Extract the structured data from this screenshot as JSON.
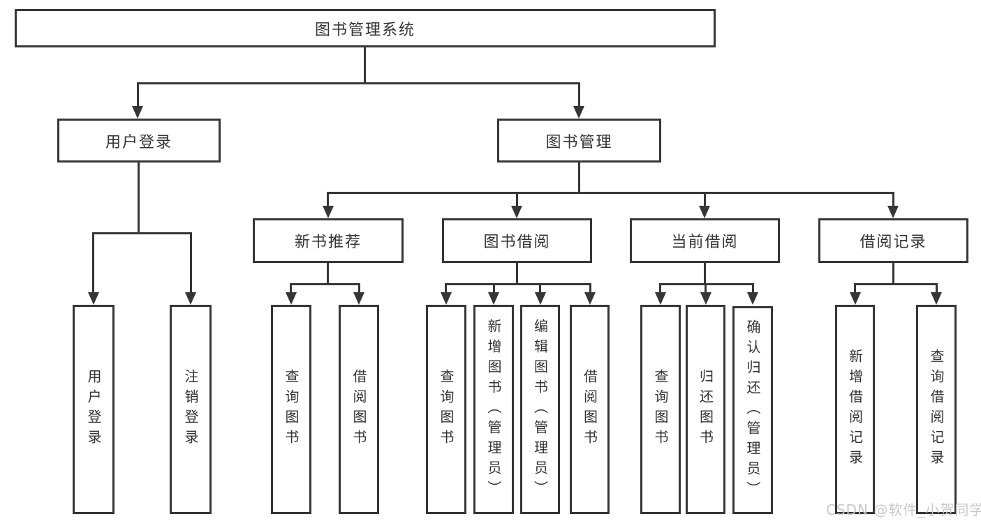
{
  "diagram": {
    "root": "图书管理系统",
    "level2": {
      "user_login": "用户登录",
      "book_mgmt": "图书管理"
    },
    "level3": {
      "new_books": "新书推荐",
      "book_borrow": "图书借阅",
      "current_borrow": "当前借阅",
      "borrow_records": "借阅记录"
    },
    "leaves": {
      "user_login": "用户登录",
      "logout": "注销登录",
      "nb_query": "查询图书",
      "nb_borrow": "借阅图书",
      "bb_query": "查询图书",
      "bb_add": "新增图书（管理员）",
      "bb_edit": "编辑图书（管理员）",
      "bb_borrow": "借阅图书",
      "cb_query": "查询图书",
      "cb_return": "归还图书",
      "cb_confirm": "确认归还（管理员）",
      "br_add": "新增借阅记录",
      "br_query": "查询借阅记录"
    }
  },
  "watermark": "CSDN @软件_小贺同学",
  "colors": {
    "line": "#363636",
    "box_bg": "#ffffff",
    "text": "#333333",
    "watermark": "#c5c5c5"
  }
}
